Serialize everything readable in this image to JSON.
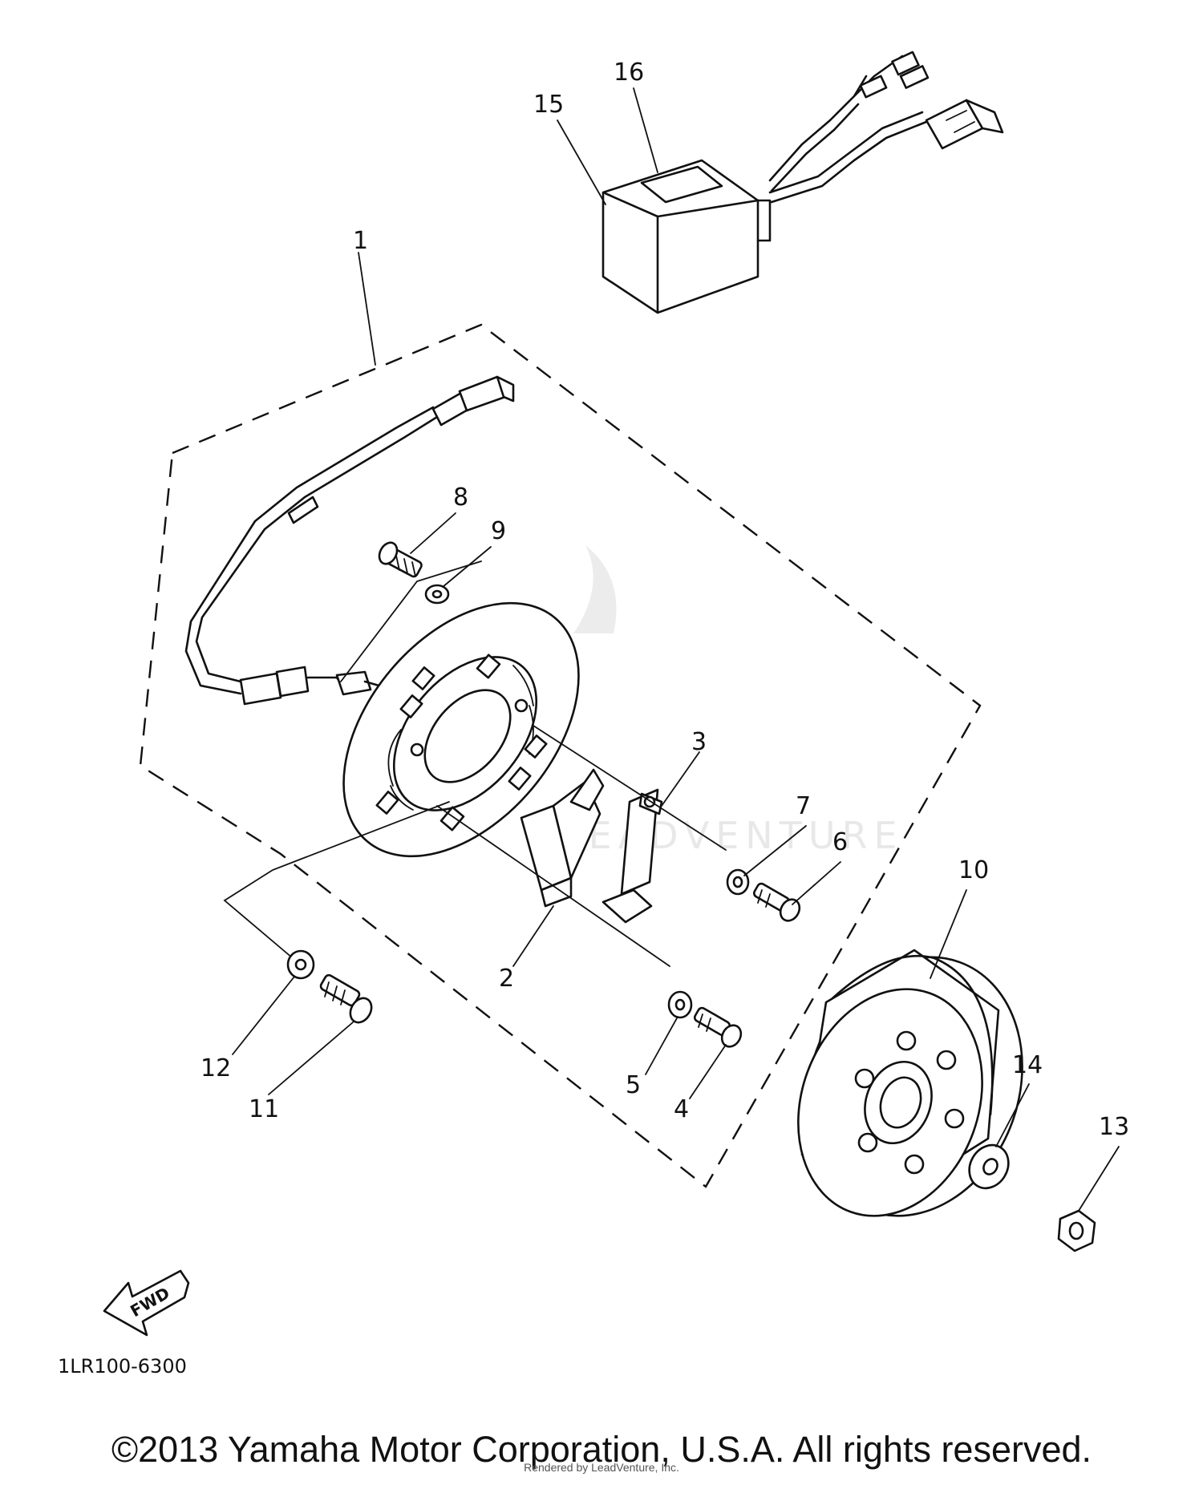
{
  "diagram": {
    "callouts": [
      {
        "id": "1",
        "label": "1"
      },
      {
        "id": "2",
        "label": "2"
      },
      {
        "id": "3",
        "label": "3"
      },
      {
        "id": "4",
        "label": "4"
      },
      {
        "id": "5",
        "label": "5"
      },
      {
        "id": "6",
        "label": "6"
      },
      {
        "id": "7",
        "label": "7"
      },
      {
        "id": "8",
        "label": "8"
      },
      {
        "id": "9",
        "label": "9"
      },
      {
        "id": "10",
        "label": "10"
      },
      {
        "id": "11",
        "label": "11"
      },
      {
        "id": "12",
        "label": "12"
      },
      {
        "id": "13",
        "label": "13"
      },
      {
        "id": "14",
        "label": "14"
      },
      {
        "id": "15",
        "label": "15"
      },
      {
        "id": "16",
        "label": "16"
      }
    ],
    "fwd_label": "FWD",
    "diagram_code": "1LR100-6300",
    "watermark": "LEADVENTURE",
    "copyright": "©2013 Yamaha Motor Corporation, U.S.A. All rights reserved.",
    "imprint": "Rendered by LeadVenture, Inc."
  }
}
